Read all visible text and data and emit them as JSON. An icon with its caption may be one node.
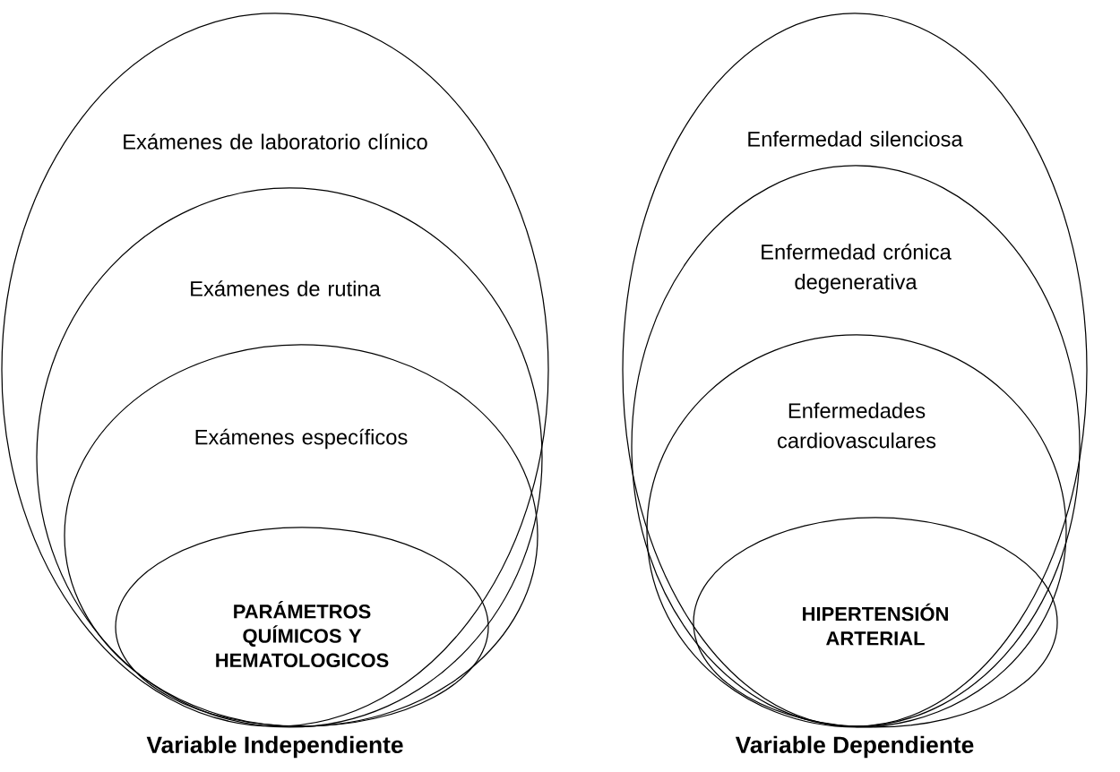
{
  "diagram": {
    "nodes": [
      {
        "text": [
          "Exámenes de laboratorio clínico"
        ],
        "beside": [
          "Variable Independiente"
        ]
      },
      {
        "text": [
          "Exámenes de rutina"
        ],
        "in": 0
      },
      {
        "text": [
          "Exámenes específicos"
        ],
        "in": 1
      },
      {
        "text": [
          "PARÁMETROS QUÍMICOS Y HEMATOLOGICOS"
        ],
        "in": 2
      },
      {
        "text": [
          "Enfermedad silenciosa"
        ],
        "beside": [
          "Variable Dependiente"
        ]
      },
      {
        "text": [
          "Enfermedad crónica degenerativa"
        ],
        "in": 4
      },
      {
        "text": [
          "Enfermedades cardiovasculares"
        ],
        "in": 5
      },
      {
        "text": [
          "HIPERTENSIÓN ARTERIAL"
        ],
        "in": 6
      }
    ]
  }
}
